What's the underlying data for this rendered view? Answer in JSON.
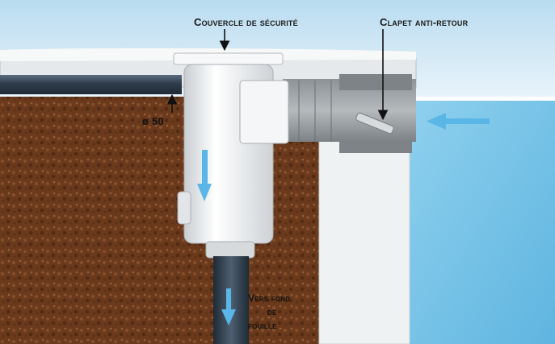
{
  "labels": {
    "security_cover": "Couvercle de sécurité",
    "check_valve": "Clapet anti-retour",
    "pipe_diameter": "ø 50",
    "drain_line1": "Vers fond",
    "drain_line2": "de",
    "drain_line3": "fouille"
  },
  "colors": {
    "sky": "#cfe6f4",
    "soil": "#6b3a1c",
    "concrete": "#e9eef0",
    "water": "#7ec7ea",
    "pipe": "#3b4b5c",
    "skimmer_body": "#f2f4f5",
    "flow_arrow": "#5ab6e6"
  },
  "icons": {
    "flow_arrows": "arrow-icon",
    "pointer_arrows": "pointer-arrow-icon"
  }
}
